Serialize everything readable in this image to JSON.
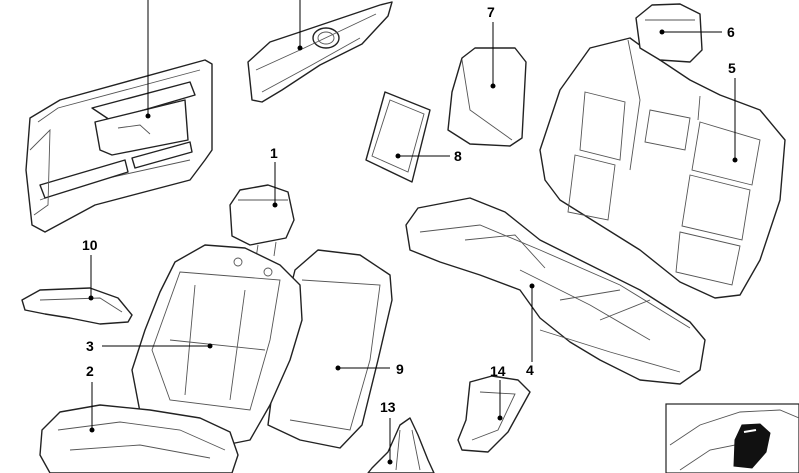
{
  "callouts": {
    "c1": "1",
    "c2": "2",
    "c3": "3",
    "c4": "4",
    "c5": "5",
    "c6": "6",
    "c7": "7",
    "c8": "8",
    "c9": "9",
    "c10": "10",
    "c13": "13",
    "c14": "14"
  },
  "colors": {
    "line": "#222222",
    "background": "#ffffff",
    "inset_fill": "#111111"
  }
}
